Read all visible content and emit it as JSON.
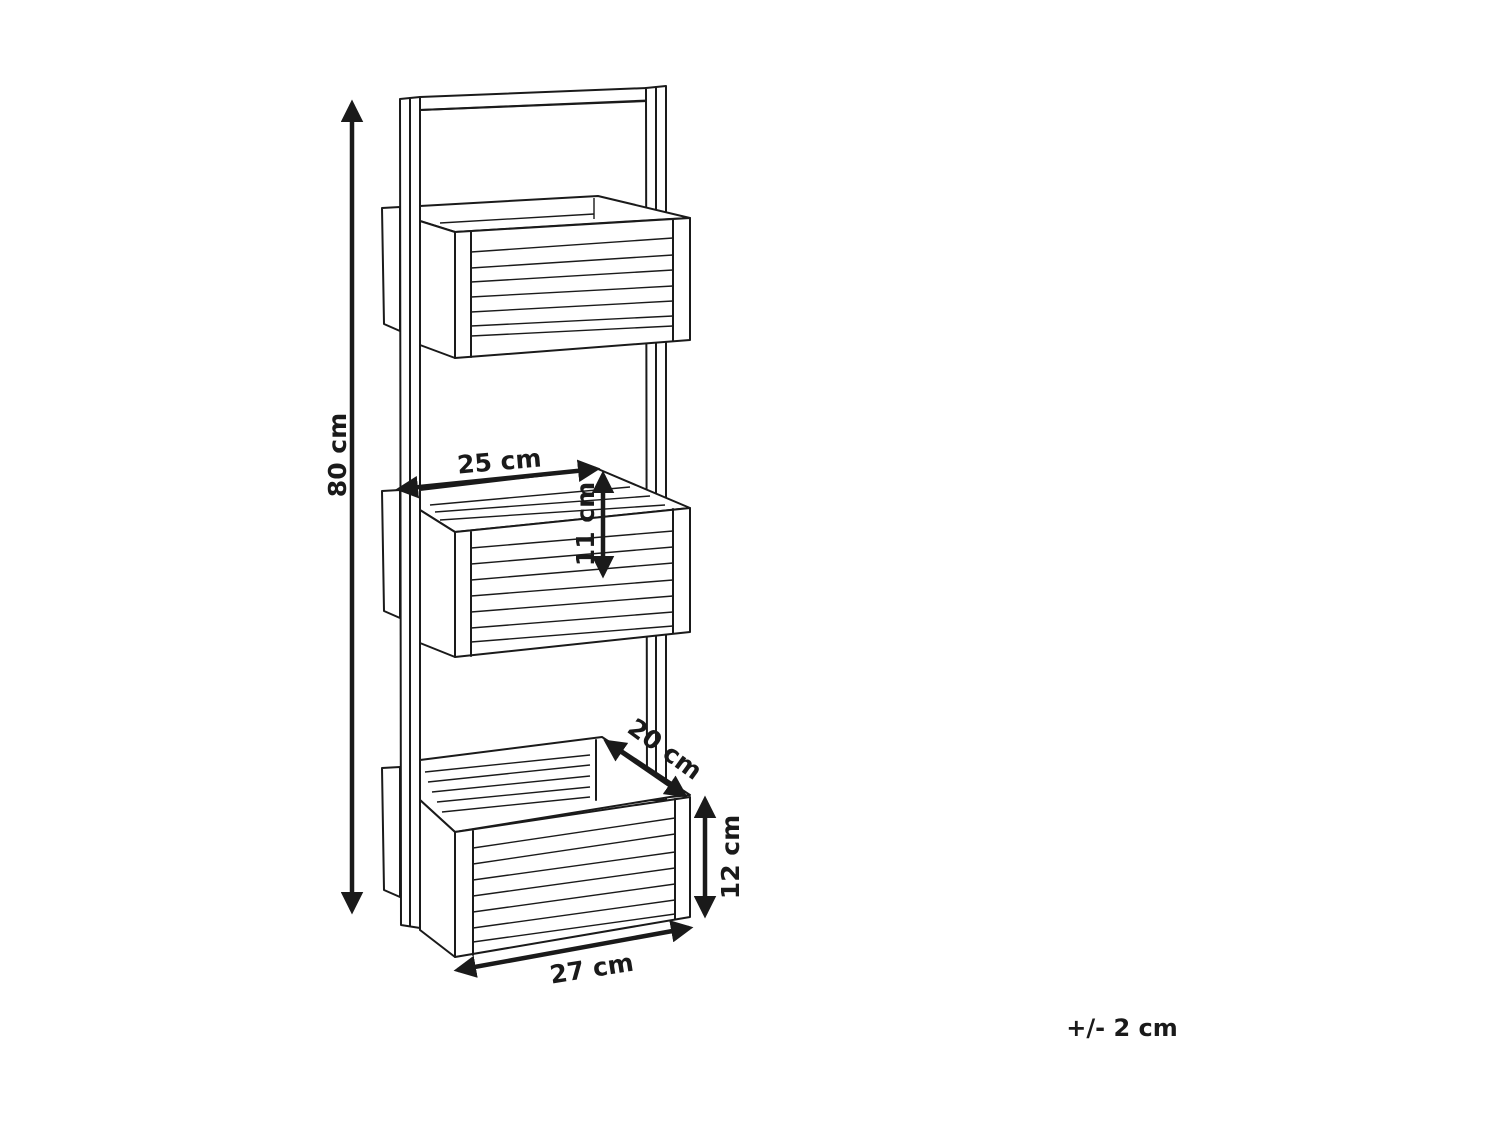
{
  "diagram": {
    "subject": "three-tier wall-leaning ladder shelf with slatted crate baskets",
    "colors": {
      "line": "#1a1a1a",
      "background": "#ffffff"
    },
    "dimensions": {
      "total_height": "80 cm",
      "basket_inner_width": "25 cm",
      "basket_inner_height": "11 cm",
      "basket_depth": "20 cm",
      "basket_outer_height": "12 cm",
      "basket_outer_width": "27 cm"
    },
    "tolerance": "+/- 2 cm"
  }
}
